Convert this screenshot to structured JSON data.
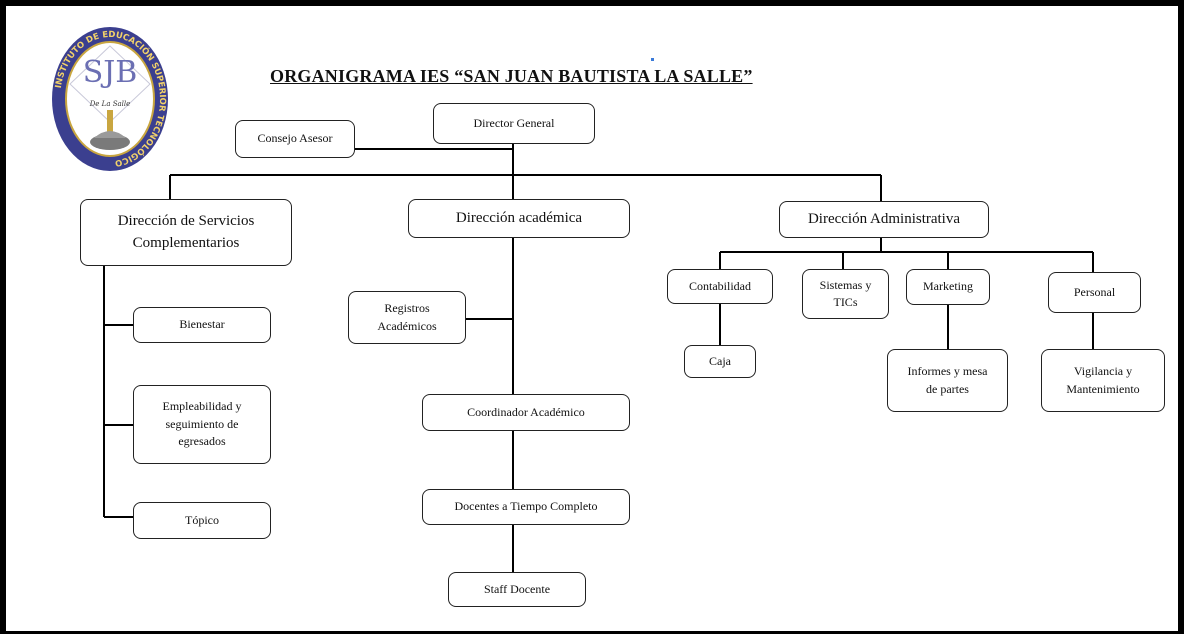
{
  "title": "ORGANIGRAMA IES “SAN JUAN BAUTISTA LA SALLE”",
  "logo": {
    "initials": "SJB",
    "ring_text": "INSTITUTO DE EDUCACIÓN SUPERIOR TECNOLÓGICO",
    "signature": "De La Salle"
  },
  "nodes": {
    "director_general": "Director General",
    "consejo_asesor": "Consejo Asesor",
    "dir_servicios": [
      "Dirección de Servicios",
      "Complementarios"
    ],
    "dir_academica": "Dirección académica",
    "dir_administrativa": "Dirección Administrativa",
    "bienestar": "Bienestar",
    "empleabilidad": [
      "Empleabilidad y",
      "seguimiento de",
      "egresados"
    ],
    "topico": "Tópico",
    "registros": [
      "Registros",
      "Académicos"
    ],
    "coordinador": "Coordinador Académico",
    "docentes": "Docentes a Tiempo Completo",
    "staff": "Staff Docente",
    "contabilidad": "Contabilidad",
    "sistemas": [
      "Sistemas y",
      "TICs"
    ],
    "marketing": "Marketing",
    "personal": "Personal",
    "caja": "Caja",
    "informes": [
      "Informes y mesa",
      "de partes"
    ],
    "vigilancia": [
      "Vigilancia y",
      "Mantenimiento"
    ]
  }
}
